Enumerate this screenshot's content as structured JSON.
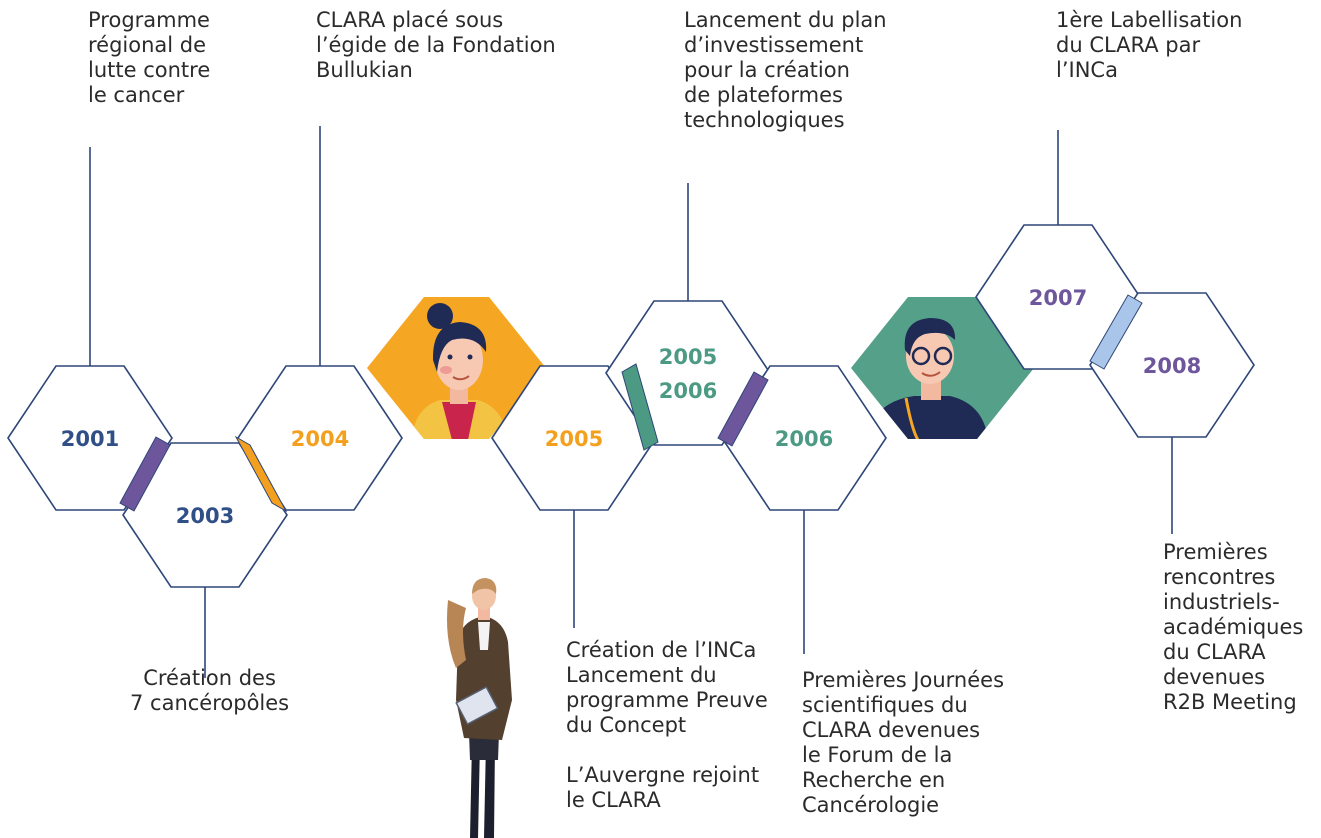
{
  "colors": {
    "hex_outline": "#2f4679",
    "line": "#2f4679",
    "navy": "#2f4f86",
    "orange": "#f4a01f",
    "teal": "#4c9a83",
    "purple": "#6d569c",
    "light_blue": "#a9c6ea",
    "avatar_orange": "#f5a623",
    "avatar_green": "#55a088"
  },
  "hexagons": [
    {
      "id": "2001",
      "lines": [
        "2001"
      ],
      "color": "navy"
    },
    {
      "id": "2003",
      "lines": [
        "2003"
      ],
      "color": "navy"
    },
    {
      "id": "2004",
      "lines": [
        "2004"
      ],
      "color": "orange"
    },
    {
      "id": "2005",
      "lines": [
        "2005"
      ],
      "color": "orange"
    },
    {
      "id": "2005-2006",
      "lines": [
        "2005",
        "2006"
      ],
      "color": "teal"
    },
    {
      "id": "2006",
      "lines": [
        "2006"
      ],
      "color": "teal"
    },
    {
      "id": "2007",
      "lines": [
        "2007"
      ],
      "color": "purple"
    },
    {
      "id": "2008",
      "lines": [
        "2008"
      ],
      "color": "purple"
    }
  ],
  "connectors": [
    {
      "between": "2001-2003",
      "color": "purple"
    },
    {
      "between": "2003-2004",
      "color": "orange"
    },
    {
      "between": "2005-2005-2006",
      "color": "teal"
    },
    {
      "between": "2005-2006-2006",
      "color": "purple"
    },
    {
      "between": "2007-2008",
      "color": "light_blue"
    }
  ],
  "events": {
    "e2001": "Programme\nrégional de\nlutte contre\nle cancer",
    "e2003": "Création des\n7 cancéropôles",
    "e2004": "CLARA placé sous\nl’égide de la Fondation\nBullukian",
    "e2005": "Création de l’INCa\nLancement du\nprogramme Preuve\ndu Concept\n\nL’Auvergne rejoint\nle CLARA",
    "e2005_2006": "Lancement du plan\nd’investissement\npour la création\nde plateformes\ntechnologiques",
    "e2006": "Premières Journées\nscientifiques du\nCLARA devenues\nle Forum de la\nRecherche en\nCancérologie",
    "e2007": "1ère Labellisation\ndu CLARA par\nl’INCa",
    "e2008": "Premières\nrencontres\nindustriels-\nacadémiques\ndu CLARA\ndevenues\nR2B Meeting"
  },
  "illustrations": [
    "woman-avatar",
    "man-avatar",
    "standing-woman-figure"
  ]
}
